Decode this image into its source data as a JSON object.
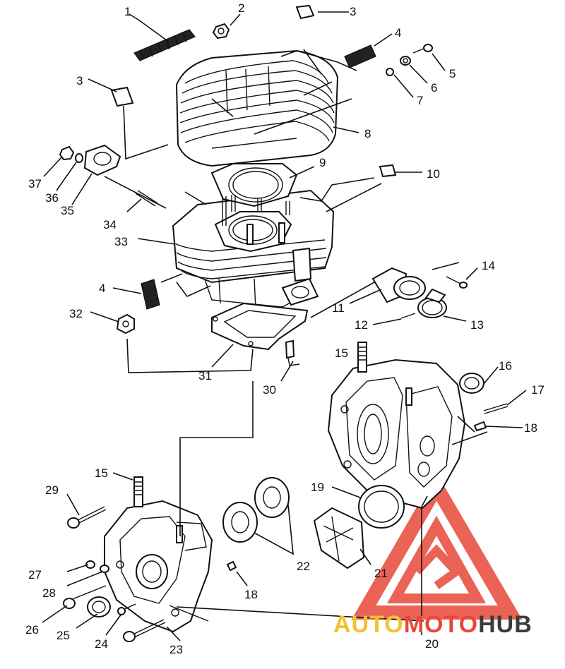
{
  "callouts": [
    {
      "id": "c1",
      "label": "1"
    },
    {
      "id": "c2",
      "label": "2"
    },
    {
      "id": "c3a",
      "label": "3"
    },
    {
      "id": "c4a",
      "label": "4"
    },
    {
      "id": "c5",
      "label": "5"
    },
    {
      "id": "c3b",
      "label": "3"
    },
    {
      "id": "c6",
      "label": "6"
    },
    {
      "id": "c7",
      "label": "7"
    },
    {
      "id": "c8",
      "label": "8"
    },
    {
      "id": "c37",
      "label": "37"
    },
    {
      "id": "c36",
      "label": "36"
    },
    {
      "id": "c35",
      "label": "35"
    },
    {
      "id": "c9",
      "label": "9"
    },
    {
      "id": "c10",
      "label": "10"
    },
    {
      "id": "c34",
      "label": "34"
    },
    {
      "id": "c33",
      "label": "33"
    },
    {
      "id": "c14",
      "label": "14"
    },
    {
      "id": "c4b",
      "label": "4"
    },
    {
      "id": "c11",
      "label": "11"
    },
    {
      "id": "c32",
      "label": "32"
    },
    {
      "id": "c12",
      "label": "12"
    },
    {
      "id": "c13",
      "label": "13"
    },
    {
      "id": "c15a",
      "label": "15"
    },
    {
      "id": "c16",
      "label": "16"
    },
    {
      "id": "c31",
      "label": "31"
    },
    {
      "id": "c30",
      "label": "30"
    },
    {
      "id": "c17",
      "label": "17"
    },
    {
      "id": "c18a",
      "label": "18"
    },
    {
      "id": "c15b",
      "label": "15"
    },
    {
      "id": "c29",
      "label": "29"
    },
    {
      "id": "c19",
      "label": "19"
    },
    {
      "id": "c22",
      "label": "22"
    },
    {
      "id": "c27",
      "label": "27"
    },
    {
      "id": "c21",
      "label": "21"
    },
    {
      "id": "c28",
      "label": "28"
    },
    {
      "id": "c18b",
      "label": "18"
    },
    {
      "id": "c26",
      "label": "26"
    },
    {
      "id": "c25",
      "label": "25"
    },
    {
      "id": "c24",
      "label": "24"
    },
    {
      "id": "c23",
      "label": "23"
    },
    {
      "id": "c20",
      "label": "20"
    }
  ],
  "watermark": {
    "part1": "AUTO",
    "part2": "MOTO",
    "part3": "HUB",
    "colors": {
      "logo": "#e8473a",
      "auto": "#f2c230",
      "moto": "#e8473a",
      "hub": "#3b3b3b"
    }
  }
}
